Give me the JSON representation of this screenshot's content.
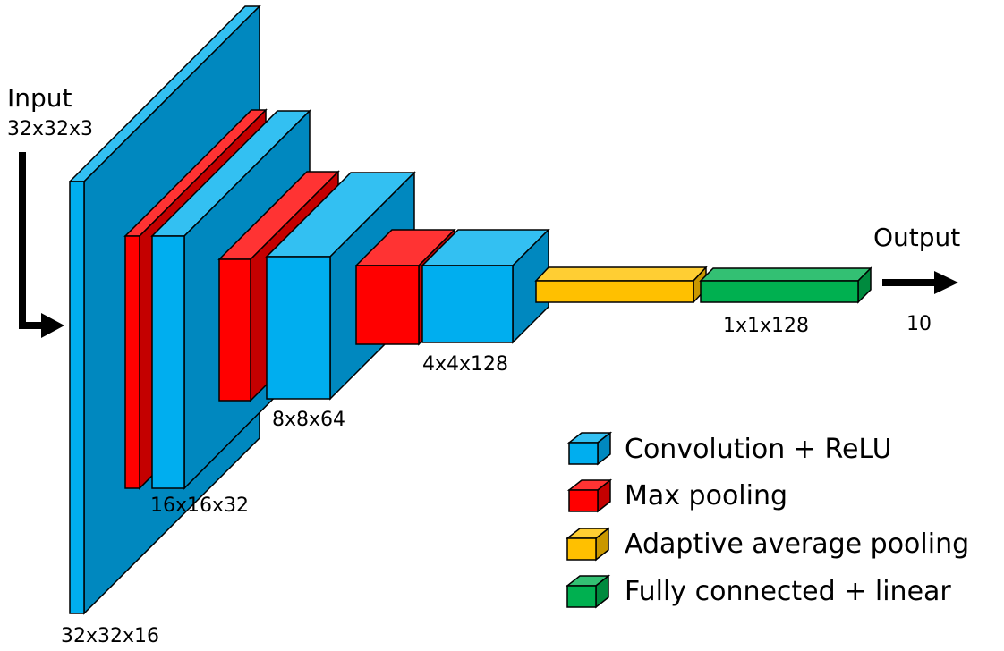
{
  "input": {
    "title": "Input",
    "size": "32x32x3"
  },
  "output": {
    "title": "Output",
    "size": "10"
  },
  "layers": [
    {
      "type": "conv",
      "label": "32x32x16"
    },
    {
      "type": "pool"
    },
    {
      "type": "conv",
      "label": "16x16x32"
    },
    {
      "type": "pool"
    },
    {
      "type": "conv",
      "label": "8x8x64"
    },
    {
      "type": "pool"
    },
    {
      "type": "conv",
      "label": "4x4x128"
    },
    {
      "type": "adaptive"
    },
    {
      "type": "fc",
      "label": "1x1x128"
    }
  ],
  "legend": [
    {
      "type": "conv",
      "label": "Convolution + ReLU"
    },
    {
      "type": "pool",
      "label": "Max pooling"
    },
    {
      "type": "adaptive",
      "label": "Adaptive average pooling"
    },
    {
      "type": "fc",
      "label": "Fully connected + linear"
    }
  ],
  "colors": {
    "conv": {
      "front": "#00AEEF",
      "top": "#33C0F2",
      "side": "#0088BF"
    },
    "pool": {
      "front": "#FF0000",
      "top": "#FF3333",
      "side": "#C40000"
    },
    "adaptive": {
      "front": "#FFC000",
      "top": "#FFCE33",
      "side": "#C99700"
    },
    "fc": {
      "front": "#00B050",
      "top": "#33C073",
      "side": "#008A3E"
    }
  }
}
